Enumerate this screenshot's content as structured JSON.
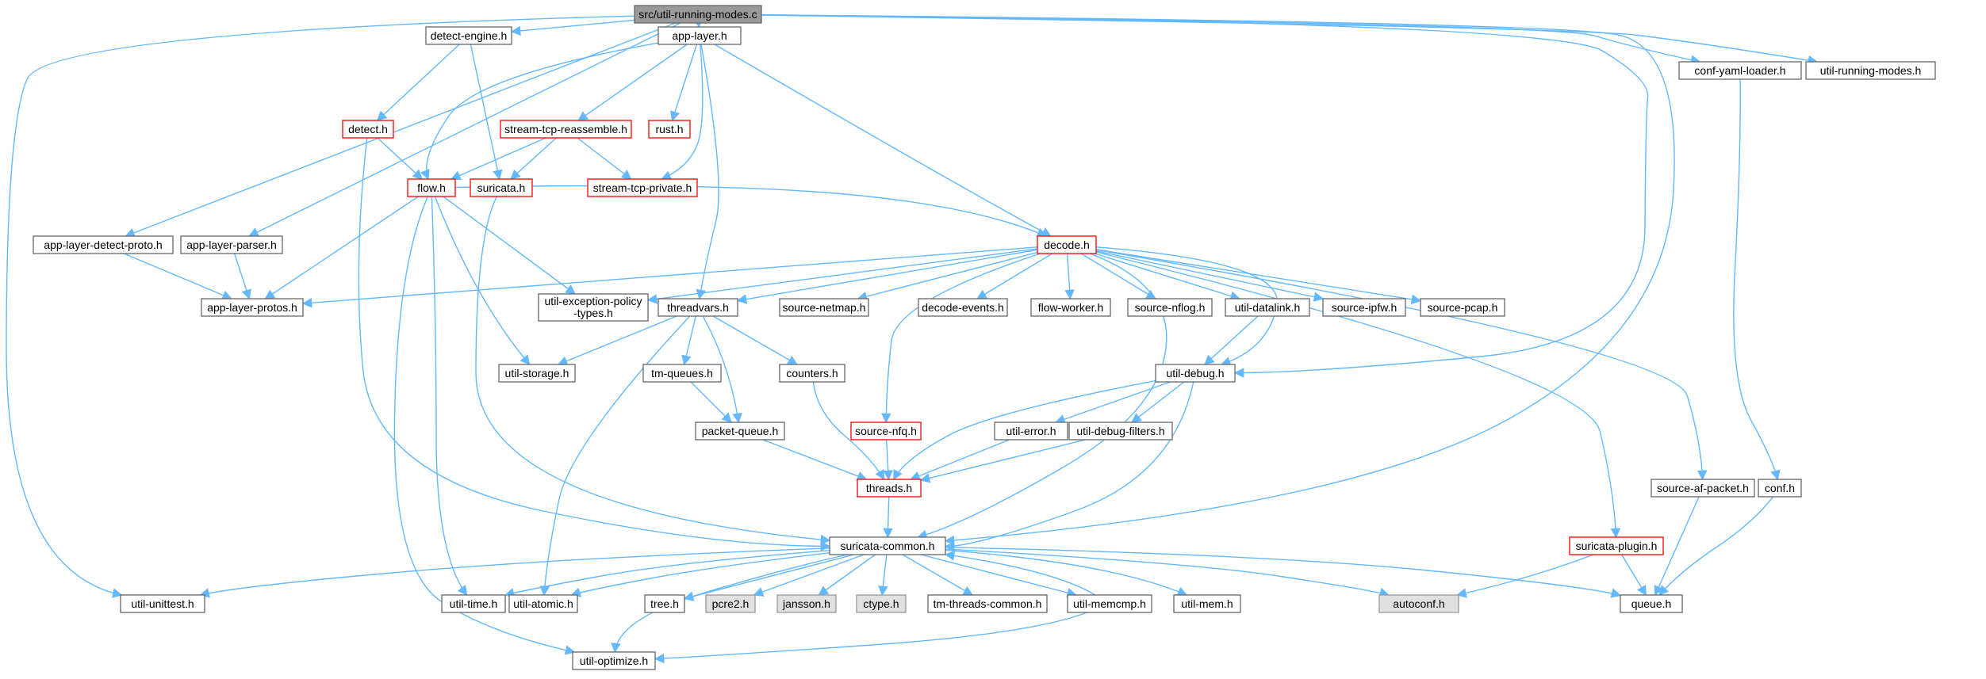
{
  "graph": {
    "title": "src/util-running-modes.c",
    "colors": {
      "edge": "#63b8ff",
      "node_border": "#666666",
      "node_fill": "#ffffff",
      "linked_border": "#ff0000",
      "root_fill": "#999999",
      "root_border": "#666666",
      "external_fill": "#e0e0e0",
      "external_border": "#999999"
    },
    "nodes": [
      {
        "id": "root",
        "label": "src/util-running-modes.c",
        "style": "root"
      },
      {
        "id": "detect-engine",
        "label": "detect-engine.h",
        "style": "normal"
      },
      {
        "id": "app-layer",
        "label": "app-layer.h",
        "style": "normal"
      },
      {
        "id": "conf-yaml-loader",
        "label": "conf-yaml-loader.h",
        "style": "normal"
      },
      {
        "id": "util-running-modes",
        "label": "util-running-modes.h",
        "style": "normal"
      },
      {
        "id": "detect",
        "label": "detect.h",
        "style": "linked"
      },
      {
        "id": "stream-tcp-reassemble",
        "label": "stream-tcp-reassemble.h",
        "style": "linked"
      },
      {
        "id": "rust",
        "label": "rust.h",
        "style": "linked"
      },
      {
        "id": "flow",
        "label": "flow.h",
        "style": "linked"
      },
      {
        "id": "suricata",
        "label": "suricata.h",
        "style": "linked"
      },
      {
        "id": "stream-tcp-private",
        "label": "stream-tcp-private.h",
        "style": "linked"
      },
      {
        "id": "app-layer-detect-proto",
        "label": "app-layer-detect-proto.h",
        "style": "normal"
      },
      {
        "id": "app-layer-parser",
        "label": "app-layer-parser.h",
        "style": "normal"
      },
      {
        "id": "decode",
        "label": "decode.h",
        "style": "linked"
      },
      {
        "id": "app-layer-protos",
        "label": "app-layer-protos.h",
        "style": "normal"
      },
      {
        "id": "util-exception-policy-types",
        "label": "util-exception-policy",
        "label2": "-types.h",
        "style": "normal"
      },
      {
        "id": "threadvars",
        "label": "threadvars.h",
        "style": "normal"
      },
      {
        "id": "source-netmap",
        "label": "source-netmap.h",
        "style": "normal"
      },
      {
        "id": "decode-events",
        "label": "decode-events.h",
        "style": "normal"
      },
      {
        "id": "flow-worker",
        "label": "flow-worker.h",
        "style": "normal"
      },
      {
        "id": "source-nflog",
        "label": "source-nflog.h",
        "style": "normal"
      },
      {
        "id": "util-datalink",
        "label": "util-datalink.h",
        "style": "normal"
      },
      {
        "id": "source-ipfw",
        "label": "source-ipfw.h",
        "style": "normal"
      },
      {
        "id": "source-pcap",
        "label": "source-pcap.h",
        "style": "normal"
      },
      {
        "id": "util-storage",
        "label": "util-storage.h",
        "style": "normal"
      },
      {
        "id": "tm-queues",
        "label": "tm-queues.h",
        "style": "normal"
      },
      {
        "id": "counters",
        "label": "counters.h",
        "style": "normal"
      },
      {
        "id": "util-debug",
        "label": "util-debug.h",
        "style": "normal"
      },
      {
        "id": "packet-queue",
        "label": "packet-queue.h",
        "style": "normal"
      },
      {
        "id": "source-nfq",
        "label": "source-nfq.h",
        "style": "linked"
      },
      {
        "id": "util-error",
        "label": "util-error.h",
        "style": "normal"
      },
      {
        "id": "util-debug-filters",
        "label": "util-debug-filters.h",
        "style": "normal"
      },
      {
        "id": "threads",
        "label": "threads.h",
        "style": "linked"
      },
      {
        "id": "source-af-packet",
        "label": "source-af-packet.h",
        "style": "normal"
      },
      {
        "id": "conf",
        "label": "conf.h",
        "style": "normal"
      },
      {
        "id": "suricata-plugin",
        "label": "suricata-plugin.h",
        "style": "linked"
      },
      {
        "id": "suricata-common",
        "label": "suricata-common.h",
        "style": "normal"
      },
      {
        "id": "util-unittest",
        "label": "util-unittest.h",
        "style": "normal"
      },
      {
        "id": "util-time",
        "label": "util-time.h",
        "style": "normal"
      },
      {
        "id": "util-atomic",
        "label": "util-atomic.h",
        "style": "normal"
      },
      {
        "id": "tree",
        "label": "tree.h",
        "style": "normal"
      },
      {
        "id": "pcre2",
        "label": "pcre2.h",
        "style": "external"
      },
      {
        "id": "jansson",
        "label": "jansson.h",
        "style": "external"
      },
      {
        "id": "ctype",
        "label": "ctype.h",
        "style": "external"
      },
      {
        "id": "tm-threads-common",
        "label": "tm-threads-common.h",
        "style": "normal"
      },
      {
        "id": "util-memcmp",
        "label": "util-memcmp.h",
        "style": "normal"
      },
      {
        "id": "util-mem",
        "label": "util-mem.h",
        "style": "normal"
      },
      {
        "id": "autoconf",
        "label": "autoconf.h",
        "style": "external"
      },
      {
        "id": "queue",
        "label": "queue.h",
        "style": "normal"
      },
      {
        "id": "util-optimize",
        "label": "util-optimize.h",
        "style": "normal"
      }
    ],
    "edges": [
      [
        "root",
        "detect-engine"
      ],
      [
        "root",
        "app-layer"
      ],
      [
        "root",
        "conf-yaml-loader"
      ],
      [
        "root",
        "util-running-modes"
      ],
      [
        "root",
        "app-layer-detect-proto"
      ],
      [
        "root",
        "app-layer-parser"
      ],
      [
        "root",
        "util-unittest"
      ],
      [
        "root",
        "util-debug"
      ],
      [
        "root",
        "suricata-common"
      ],
      [
        "detect-engine",
        "detect"
      ],
      [
        "detect-engine",
        "suricata"
      ],
      [
        "detect",
        "flow"
      ],
      [
        "detect",
        "suricata-common"
      ],
      [
        "app-layer",
        "stream-tcp-reassemble"
      ],
      [
        "app-layer",
        "rust"
      ],
      [
        "app-layer",
        "flow"
      ],
      [
        "app-layer",
        "stream-tcp-private"
      ],
      [
        "app-layer",
        "decode"
      ],
      [
        "app-layer",
        "threadvars"
      ],
      [
        "stream-tcp-reassemble",
        "flow"
      ],
      [
        "stream-tcp-reassemble",
        "suricata"
      ],
      [
        "stream-tcp-reassemble",
        "stream-tcp-private"
      ],
      [
        "flow",
        "decode"
      ],
      [
        "flow",
        "app-layer-protos"
      ],
      [
        "flow",
        "util-exception-policy-types"
      ],
      [
        "flow",
        "util-storage"
      ],
      [
        "flow",
        "util-time"
      ],
      [
        "flow",
        "util-optimize"
      ],
      [
        "suricata",
        "suricata-common"
      ],
      [
        "app-layer-detect-proto",
        "app-layer-protos"
      ],
      [
        "app-layer-parser",
        "app-layer-protos"
      ],
      [
        "decode",
        "app-layer-protos"
      ],
      [
        "decode",
        "util-exception-policy-types"
      ],
      [
        "decode",
        "threadvars"
      ],
      [
        "decode",
        "source-netmap"
      ],
      [
        "decode",
        "decode-events"
      ],
      [
        "decode",
        "flow-worker"
      ],
      [
        "decode",
        "source-nflog"
      ],
      [
        "decode",
        "util-datalink"
      ],
      [
        "decode",
        "source-ipfw"
      ],
      [
        "decode",
        "source-pcap"
      ],
      [
        "decode",
        "source-nfq"
      ],
      [
        "decode",
        "util-debug"
      ],
      [
        "decode",
        "source-af-packet"
      ],
      [
        "decode",
        "suricata-plugin"
      ],
      [
        "decode",
        "suricata-common"
      ],
      [
        "threadvars",
        "util-storage"
      ],
      [
        "threadvars",
        "tm-queues"
      ],
      [
        "threadvars",
        "counters"
      ],
      [
        "threadvars",
        "packet-queue"
      ],
      [
        "threadvars",
        "util-atomic"
      ],
      [
        "util-datalink",
        "util-debug"
      ],
      [
        "tm-queues",
        "packet-queue"
      ],
      [
        "counters",
        "threads"
      ],
      [
        "packet-queue",
        "threads"
      ],
      [
        "source-nfq",
        "threads"
      ],
      [
        "util-debug",
        "util-error"
      ],
      [
        "util-debug",
        "util-debug-filters"
      ],
      [
        "util-debug",
        "threads"
      ],
      [
        "util-debug",
        "suricata-common"
      ],
      [
        "util-error",
        "threads"
      ],
      [
        "util-debug-filters",
        "threads"
      ],
      [
        "threads",
        "suricata-common"
      ],
      [
        "conf-yaml-loader",
        "conf"
      ],
      [
        "conf",
        "queue"
      ],
      [
        "source-af-packet",
        "queue"
      ],
      [
        "suricata-plugin",
        "queue"
      ],
      [
        "suricata-plugin",
        "autoconf"
      ],
      [
        "suricata-common",
        "util-unittest"
      ],
      [
        "suricata-common",
        "util-time"
      ],
      [
        "suricata-common",
        "util-atomic"
      ],
      [
        "suricata-common",
        "tree"
      ],
      [
        "suricata-common",
        "pcre2"
      ],
      [
        "suricata-common",
        "jansson"
      ],
      [
        "suricata-common",
        "ctype"
      ],
      [
        "suricata-common",
        "tm-threads-common"
      ],
      [
        "suricata-common",
        "util-memcmp"
      ],
      [
        "suricata-common",
        "util-mem"
      ],
      [
        "suricata-common",
        "autoconf"
      ],
      [
        "suricata-common",
        "queue"
      ],
      [
        "suricata-common",
        "util-optimize"
      ],
      [
        "util-memcmp",
        "suricata-common"
      ],
      [
        "util-memcmp",
        "util-optimize"
      ]
    ]
  }
}
